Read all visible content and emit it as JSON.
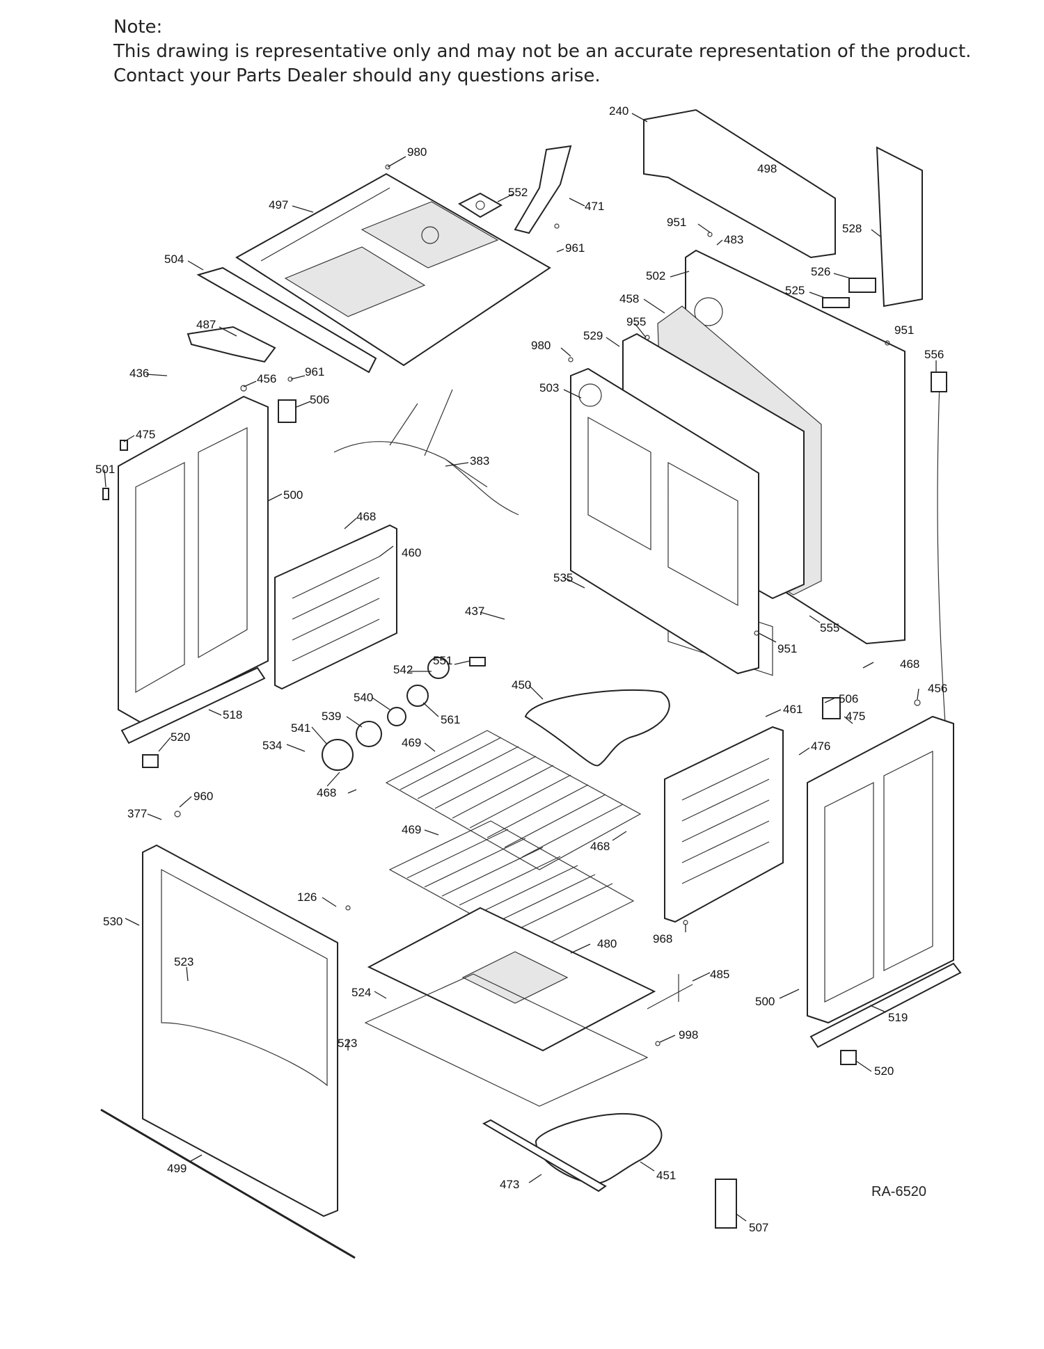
{
  "note": {
    "heading": "Note:",
    "line1": "This drawing is representative only and may not be an accurate representation of the product.",
    "line2": "Contact your Parts Dealer should any questions arise."
  },
  "reference_code": "RA-6520",
  "callouts": [
    "240",
    "980",
    "498",
    "552",
    "471",
    "497",
    "961",
    "951",
    "483",
    "528",
    "504",
    "526",
    "502",
    "525",
    "458",
    "487",
    "955",
    "951",
    "980",
    "529",
    "436",
    "456",
    "961",
    "556",
    "506",
    "503",
    "475",
    "501",
    "383",
    "500",
    "468",
    "460",
    "535",
    "437",
    "555",
    "951",
    "468",
    "542",
    "551",
    "456",
    "450",
    "506",
    "540",
    "461",
    "475",
    "518",
    "539",
    "561",
    "541",
    "476",
    "520",
    "534",
    "469",
    "468",
    "960",
    "377",
    "469",
    "468",
    "126",
    "968",
    "530",
    "480",
    "485",
    "523",
    "524",
    "500",
    "519",
    "523",
    "998",
    "520",
    "499",
    "473",
    "451",
    "507"
  ]
}
